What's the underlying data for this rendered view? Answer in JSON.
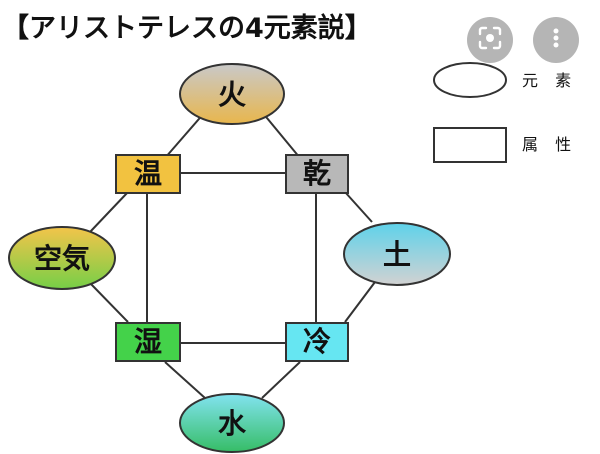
{
  "title": "【アリストテレスの4元素説】",
  "nodes": {
    "fire": {
      "label": "火"
    },
    "air": {
      "label": "空気"
    },
    "earth": {
      "label": "土"
    },
    "water": {
      "label": "水"
    },
    "warm": {
      "label": "温"
    },
    "dry": {
      "label": "乾"
    },
    "wet": {
      "label": "湿"
    },
    "cold": {
      "label": "冷"
    }
  },
  "legend": {
    "element_label": "元 素",
    "attribute_label": "属 性"
  },
  "colors": {
    "fire_gradient": [
      "#c8c8c8",
      "#e8b850"
    ],
    "air_gradient": [
      "#f2c24a",
      "#7ed04a"
    ],
    "earth_gradient": [
      "#5fd0e8",
      "#cfcfcf"
    ],
    "water_gradient": [
      "#7fe0ee",
      "#3cc06a"
    ],
    "warm_fill": "#f2c240",
    "dry_fill": "#b8b8b8",
    "wet_fill": "#44d24a",
    "cold_fill": "#66e6f2"
  },
  "overlay": {
    "buttons": [
      "lens-icon",
      "more-vert-icon"
    ]
  }
}
